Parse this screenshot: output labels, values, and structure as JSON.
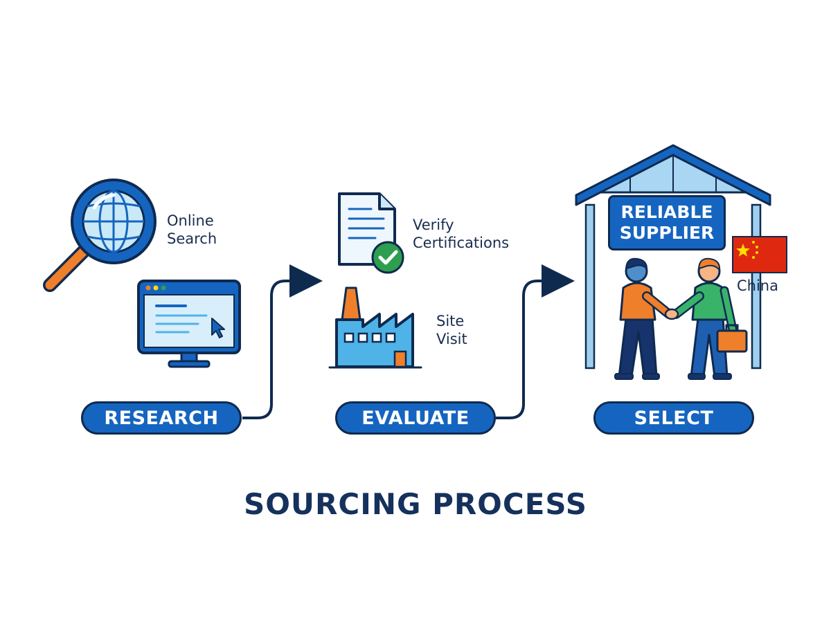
{
  "title": "SOURCING PROCESS",
  "steps": [
    {
      "label": "RESEARCH",
      "items": [
        {
          "icon": "magnifier-globe-icon",
          "text_lines": [
            "Online",
            "Search"
          ]
        },
        {
          "icon": "browser-window-icon"
        }
      ]
    },
    {
      "label": "EVALUATE",
      "items": [
        {
          "icon": "certificate-document-icon",
          "text_lines": [
            "Verify",
            "Certifications"
          ]
        },
        {
          "icon": "factory-icon",
          "text_lines": [
            "Site",
            "Visit"
          ]
        }
      ]
    },
    {
      "label": "SELECT",
      "items": [
        {
          "icon": "warehouse-handshake-icon"
        },
        {
          "icon": "china-flag-icon",
          "text_lines": [
            "China"
          ]
        }
      ],
      "banner_lines": [
        "RELIABLE",
        "SUPPLIER"
      ]
    }
  ],
  "colors": {
    "primary_blue": "#1565c0",
    "outline_navy": "#0f2a4f",
    "light_blue": "#4fb3e8",
    "orange": "#f07f2b",
    "green": "#2e9e4f",
    "flag_red": "#de2910",
    "flag_yellow": "#ffde00"
  }
}
